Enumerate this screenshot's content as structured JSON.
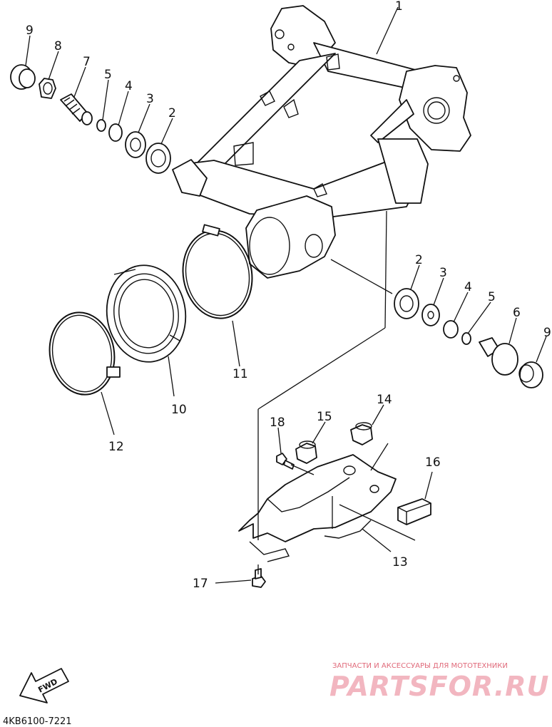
{
  "callouts": {
    "n1": "1",
    "n2a": "2",
    "n3a": "3",
    "n4a": "4",
    "n5a": "5",
    "n7": "7",
    "n8": "8",
    "n9a": "9",
    "n2b": "2",
    "n3b": "3",
    "n4b": "4",
    "n5b": "5",
    "n6": "6",
    "n9b": "9",
    "n10": "10",
    "n11": "11",
    "n12": "12",
    "n13": "13",
    "n14": "14",
    "n15": "15",
    "n16": "16",
    "n17": "17",
    "n18": "18"
  },
  "watermark": {
    "tagline": "ЗАПЧАСТИ И АКСЕССУАРЫ ДЛЯ МОТОТЕХНИКИ",
    "brand": "PARTSFOR.RU"
  },
  "direction_arrow": {
    "label": "FWD"
  },
  "diagram_code": "4KB6100-7221"
}
